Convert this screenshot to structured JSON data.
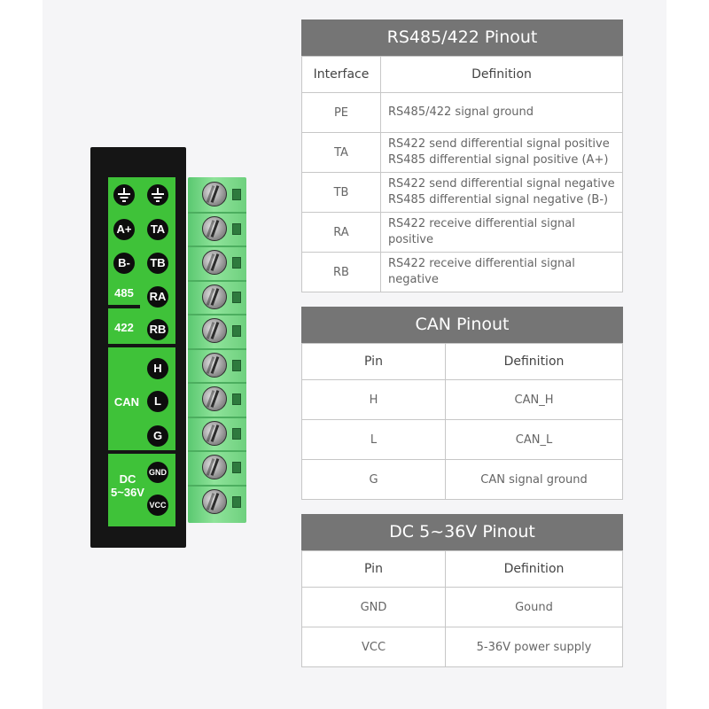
{
  "device": {
    "ground_symbol": "ground-icon",
    "rs485_labels": [
      "A+",
      "B-"
    ],
    "rs485_group": "485",
    "rs422_group": "422",
    "rs422_labels": [
      "TA",
      "TB",
      "RA",
      "RB"
    ],
    "can_group": "CAN",
    "can_labels": [
      "H",
      "L",
      "G"
    ],
    "dc_group": "DC\n5~36V",
    "dc_labels": [
      "GND",
      "VCC"
    ],
    "terminal_count": 10
  },
  "colors": {
    "panel_green": "#3fc239",
    "terminal_green": "#8fe39a",
    "header_gray": "#757575",
    "device_black": "#151515"
  },
  "tables": {
    "rs485": {
      "title": "RS485/422 Pinout",
      "headers": [
        "Interface",
        "Definition"
      ],
      "rows": [
        [
          "PE",
          "RS485/422 signal ground"
        ],
        [
          "TA",
          "RS422 send differential signal positive\nRS485 differential signal positive (A+)"
        ],
        [
          "TB",
          "RS422 send differential signal negative\nRS485 differential signal negative (B-)"
        ],
        [
          "RA",
          "RS422 receive differential signal positive"
        ],
        [
          "RB",
          "RS422 receive differential signal negative"
        ]
      ]
    },
    "can": {
      "title": "CAN Pinout",
      "headers": [
        "Pin",
        "Definition"
      ],
      "rows": [
        [
          "H",
          "CAN_H"
        ],
        [
          "L",
          "CAN_L"
        ],
        [
          "G",
          "CAN signal ground"
        ]
      ]
    },
    "dc": {
      "title": "DC 5~36V Pinout",
      "headers": [
        "Pin",
        "Definition"
      ],
      "rows": [
        [
          "GND",
          "Gound"
        ],
        [
          "VCC",
          "5-36V power supply"
        ]
      ]
    }
  }
}
